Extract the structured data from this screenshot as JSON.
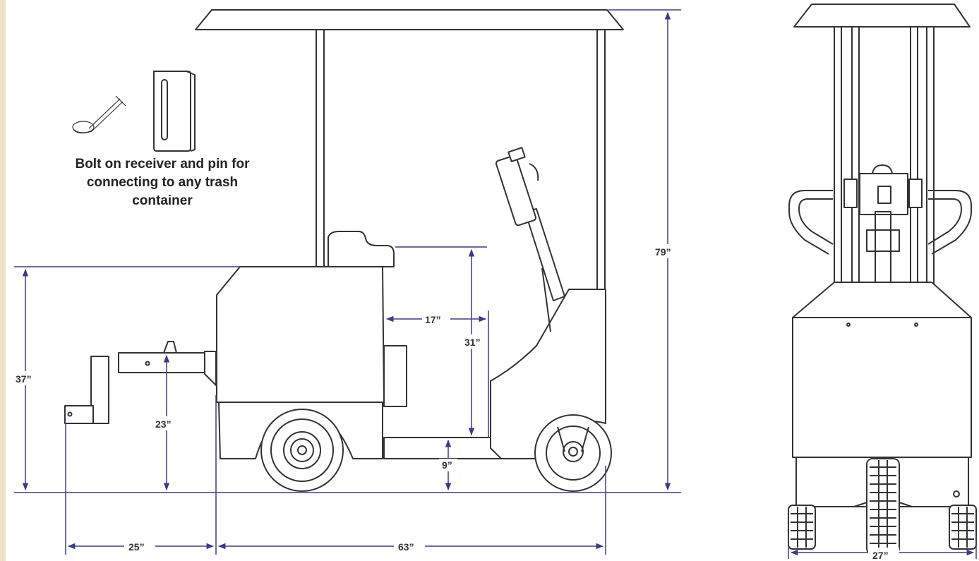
{
  "caption": {
    "line1": "Bolt on receiver and pin for",
    "line2": "connecting to any trash",
    "line3": "container"
  },
  "dimensions": {
    "overall_height": "79”",
    "body_height": "37”",
    "seat_height": "31”",
    "hitch_height": "23”",
    "ground_clearance": "9”",
    "seat_depth": "17”",
    "hitch_length": "25”",
    "vehicle_length": "63”",
    "vehicle_width": "27”"
  },
  "colors": {
    "line": "#333333",
    "dimension": "#3b3a8c",
    "edge_strip": "#ece2c6"
  }
}
